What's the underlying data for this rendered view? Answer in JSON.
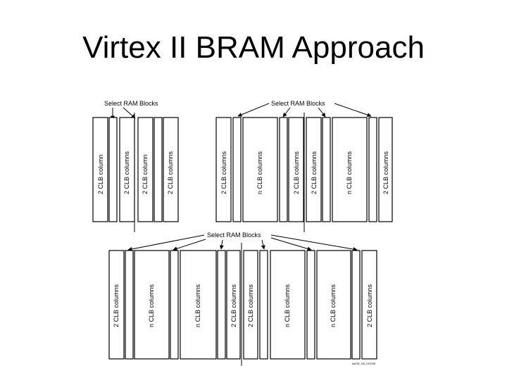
{
  "slide": {
    "title": "Virtex II BRAM Approach"
  },
  "diagram": {
    "callouts": [
      "Select RAM Blocks",
      "Select RAM Blocks",
      "Select RAM Blocks"
    ],
    "top_left_labels": [
      "2 CLB column",
      "2 CLB columns",
      "2 CLB column",
      "2 CLB columns"
    ],
    "top_right_labels": [
      "2 CLB columns",
      "n CLB columns",
      "2 CLB columns",
      "2 CLB columns",
      "n CLB columns",
      "2 CLB columns"
    ],
    "bottom_labels": [
      "2 CLB columns",
      "n CLB columns",
      "n CLB columns",
      "2 CLB columns",
      "2 CLB columns",
      "n CLB columns",
      "n CLB columns",
      "2 CLB columns"
    ],
    "figure_code": "ds031_08_101000"
  }
}
